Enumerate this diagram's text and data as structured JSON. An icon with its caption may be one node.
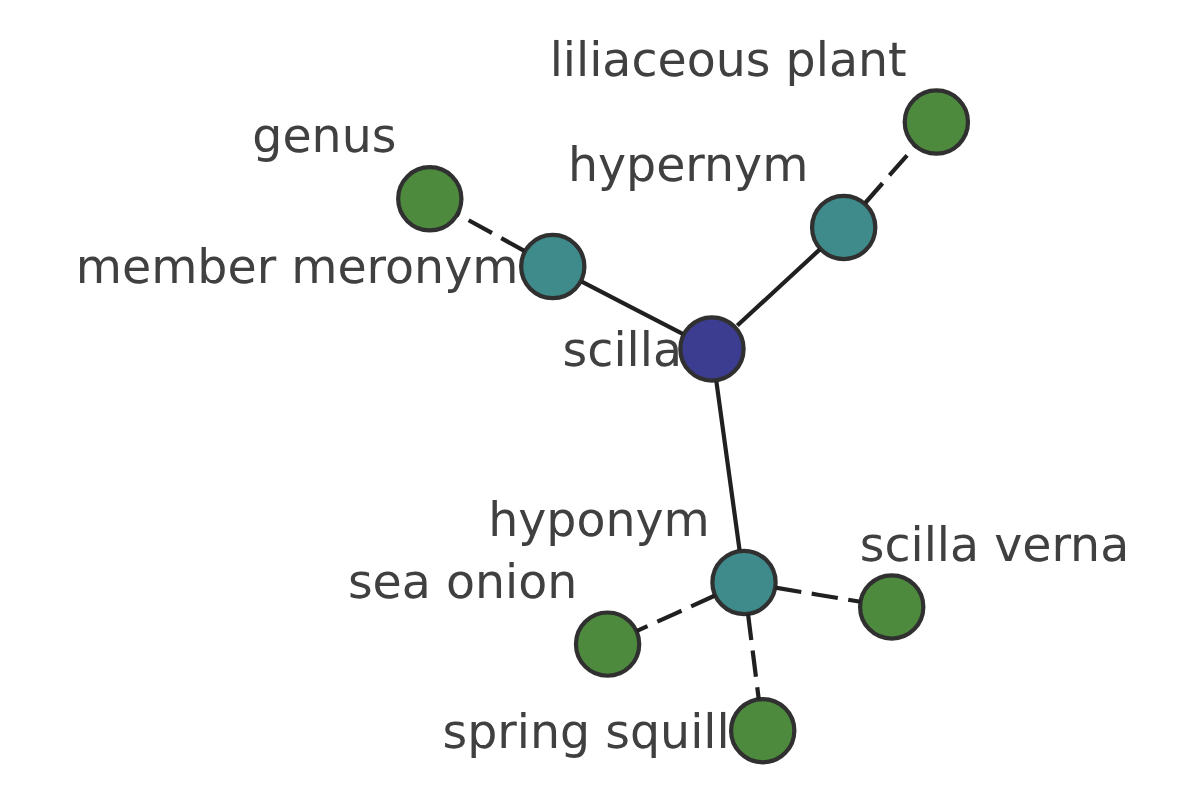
{
  "diagram": {
    "nodes": [
      {
        "text": [
          "liliaceous plant"
        ]
      },
      {
        "text": [
          "hypernym"
        ]
      },
      {
        "text": [
          "genus"
        ]
      },
      {
        "text": [
          "member meronym"
        ]
      },
      {
        "text": [
          "scilla"
        ]
      },
      {
        "text": [
          "sea onion"
        ]
      },
      {
        "text": [
          "hyponym"
        ]
      },
      {
        "text": [
          "scilla verna"
        ]
      },
      {
        "text": [
          "spring squill"
        ]
      }
    ],
    "edges": [
      {
        "from": 4,
        "to": 1,
        "arrow": "none"
      },
      {
        "from": 1,
        "to": 0,
        "arrow": "none",
        "style": "dashed"
      },
      {
        "from": 4,
        "to": 3,
        "arrow": "none"
      },
      {
        "from": 3,
        "to": 2,
        "arrow": "none",
        "style": "dashed"
      },
      {
        "from": 4,
        "to": 6,
        "arrow": "none"
      },
      {
        "from": 6,
        "to": 5,
        "arrow": "none",
        "style": "dashed"
      },
      {
        "from": 6,
        "to": 7,
        "arrow": "none",
        "style": "dashed"
      },
      {
        "from": 6,
        "to": 8,
        "arrow": "none",
        "style": "dashed"
      }
    ]
  }
}
